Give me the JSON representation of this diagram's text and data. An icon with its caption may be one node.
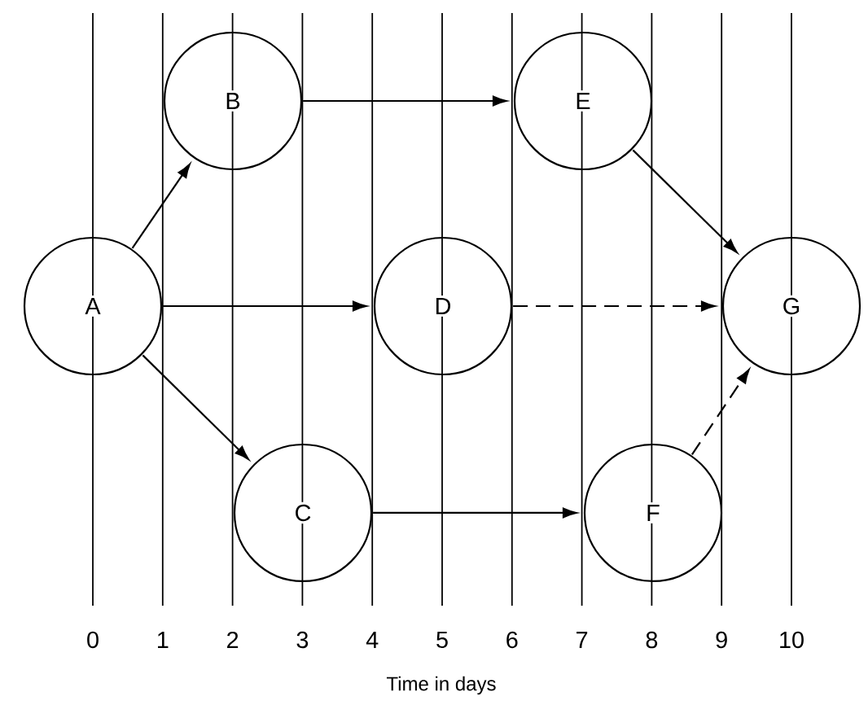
{
  "diagram": {
    "nodes": [
      {
        "text": [
          "A"
        ]
      },
      {
        "text": [
          "B"
        ]
      },
      {
        "text": [
          "C"
        ]
      },
      {
        "text": [
          "D"
        ]
      },
      {
        "text": [
          "E"
        ]
      },
      {
        "text": [
          "F"
        ]
      },
      {
        "text": [
          "G"
        ]
      }
    ],
    "edges": [
      {
        "from": 0,
        "to": 1,
        "arrow": "to"
      },
      {
        "from": 0,
        "to": 3,
        "arrow": "to"
      },
      {
        "from": 0,
        "to": 2,
        "arrow": "to"
      },
      {
        "from": 1,
        "to": 4,
        "arrow": "to"
      },
      {
        "from": 2,
        "to": 5,
        "arrow": "to"
      },
      {
        "from": 4,
        "to": 6,
        "arrow": "to"
      },
      {
        "from": 3,
        "to": 6,
        "arrow": "to",
        "style": "dashed"
      },
      {
        "from": 5,
        "to": 6,
        "arrow": "to",
        "style": "dashed"
      }
    ],
    "labels": [
      "0",
      "1",
      "2",
      "3",
      "4",
      "5",
      "6",
      "7",
      "8",
      "9",
      "10",
      "Time in days"
    ]
  }
}
